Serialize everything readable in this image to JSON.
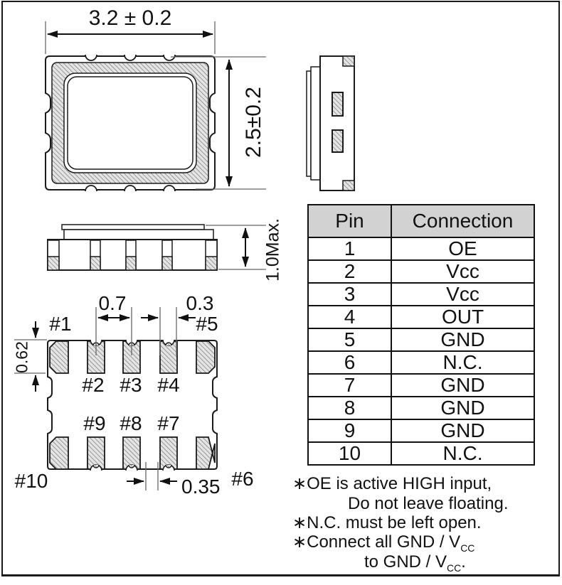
{
  "drawing": {
    "top_view": {
      "dim_width": "3.2 ± 0.2",
      "dim_height": "2.5±0.2"
    },
    "side_view": {
      "dim_thickness": "1.0Max."
    },
    "bottom_view": {
      "dim_pad_pitch": "0.7",
      "dim_pad_width": "0.3",
      "dim_pad_length": "0.62",
      "dim_pad_gap": "0.35",
      "pad_labels": {
        "p1": "#1",
        "p2": "#2",
        "p3": "#3",
        "p4": "#4",
        "p5": "#5",
        "p6": "#6",
        "p7": "#7",
        "p8": "#8",
        "p9": "#9",
        "p10": "#10"
      }
    }
  },
  "pin_table": {
    "headers": {
      "pin": "Pin",
      "connection": "Connection"
    },
    "rows": [
      {
        "pin": "1",
        "connection": "OE"
      },
      {
        "pin": "2",
        "connection": "Vcc"
      },
      {
        "pin": "3",
        "connection": "Vcc"
      },
      {
        "pin": "4",
        "connection": "OUT"
      },
      {
        "pin": "5",
        "connection": "GND"
      },
      {
        "pin": "6",
        "connection": "N.C."
      },
      {
        "pin": "7",
        "connection": "GND"
      },
      {
        "pin": "8",
        "connection": "GND"
      },
      {
        "pin": "9",
        "connection": "GND"
      },
      {
        "pin": "10",
        "connection": "N.C."
      }
    ]
  },
  "notes": {
    "line1": "∗OE is active HIGH input,",
    "line2": "Do not leave floating.",
    "line3": "∗N.C. must be left open.",
    "line4_pre": "∗Connect all GND / V",
    "line4_sub": "CC",
    "line5_pre": "to GND / V",
    "line5_sub": "CC",
    "line5_post": "."
  },
  "colors": {
    "line": "#1a1a1a",
    "extension_line": "#666666",
    "hatch_line": "#777777",
    "hatch_bg": "#e4e4e4",
    "table_header_bg": "#d2d2d2"
  }
}
